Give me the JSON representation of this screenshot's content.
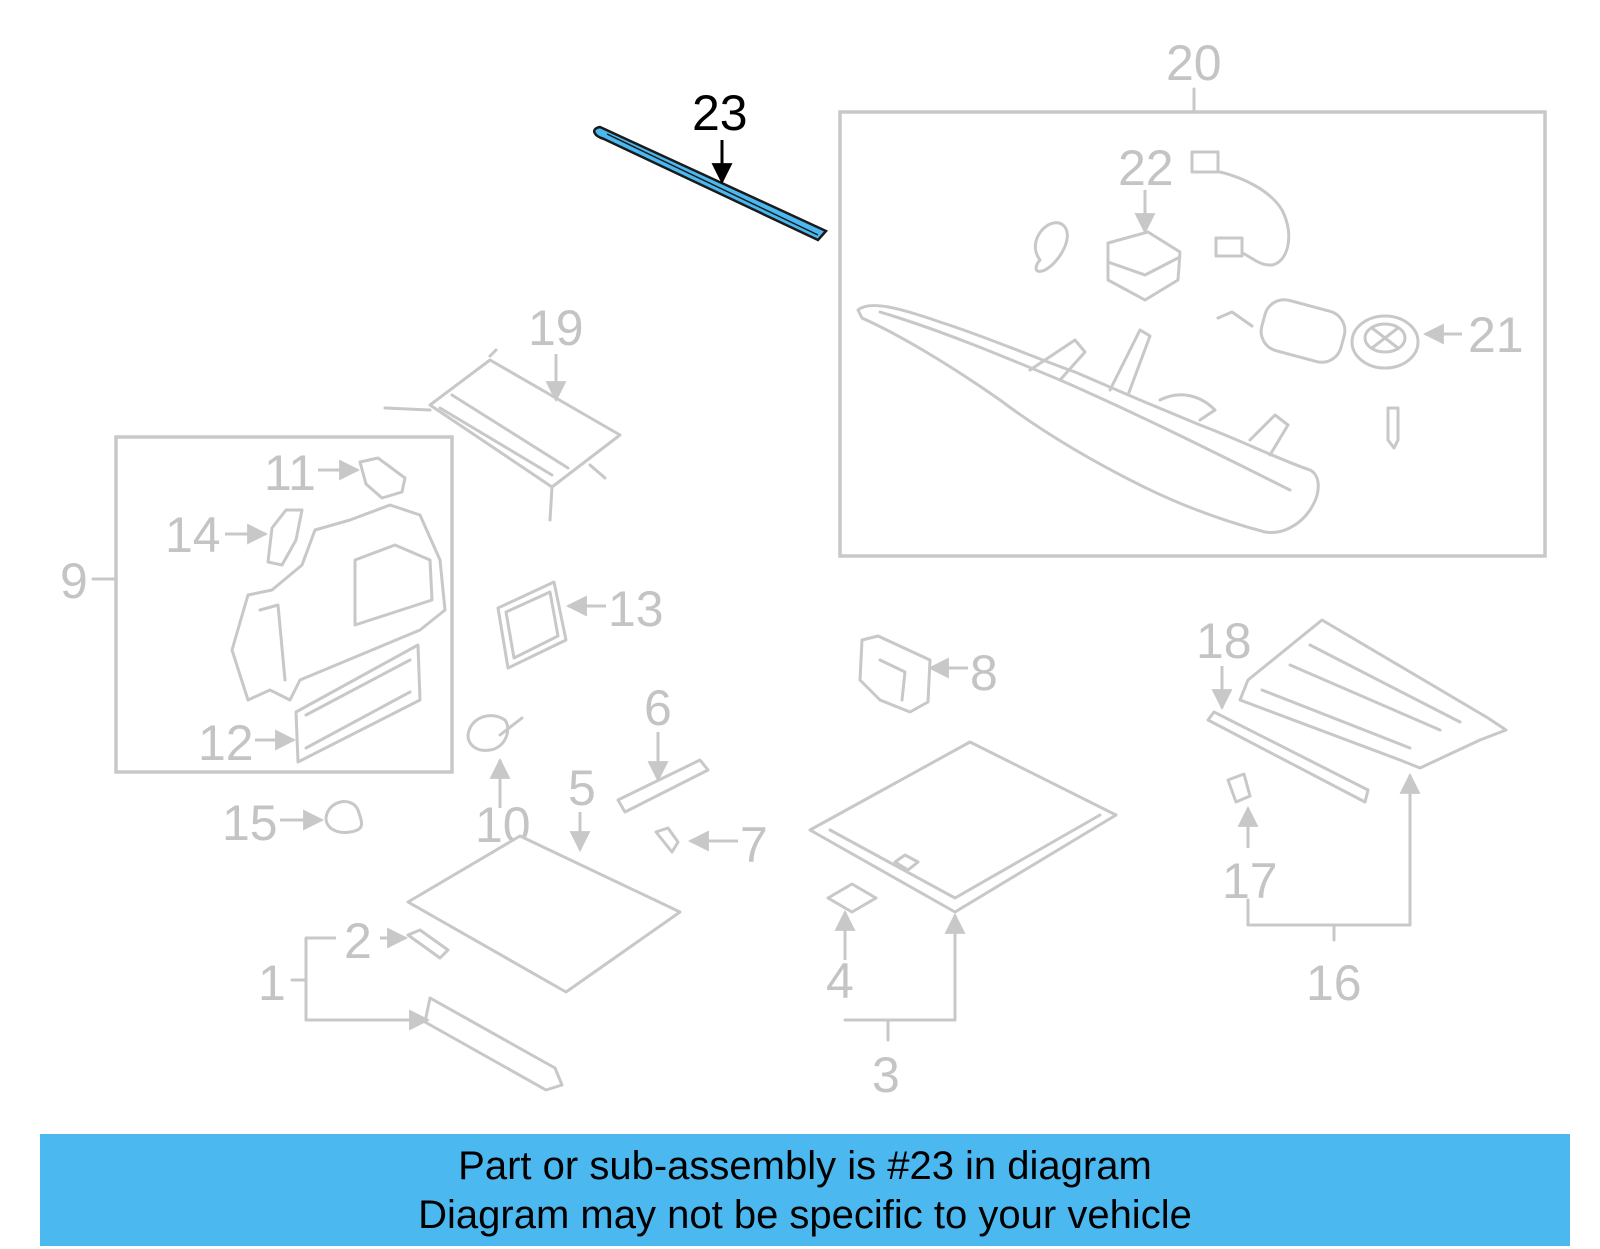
{
  "highlight_color": "#4bb8f0",
  "callouts": {
    "c1": "1",
    "c2": "2",
    "c3": "3",
    "c4": "4",
    "c5": "5",
    "c6": "6",
    "c7": "7",
    "c8": "8",
    "c9": "9",
    "c10": "10",
    "c11": "11",
    "c12": "12",
    "c13": "13",
    "c14": "14",
    "c15": "15",
    "c16": "16",
    "c17": "17",
    "c18": "18",
    "c19": "19",
    "c20": "20",
    "c21": "21",
    "c22": "22",
    "c23": "23"
  },
  "banner": {
    "line1": "Part or sub-assembly is #23 in diagram",
    "line2": "Diagram may not be specific to your vehicle"
  }
}
